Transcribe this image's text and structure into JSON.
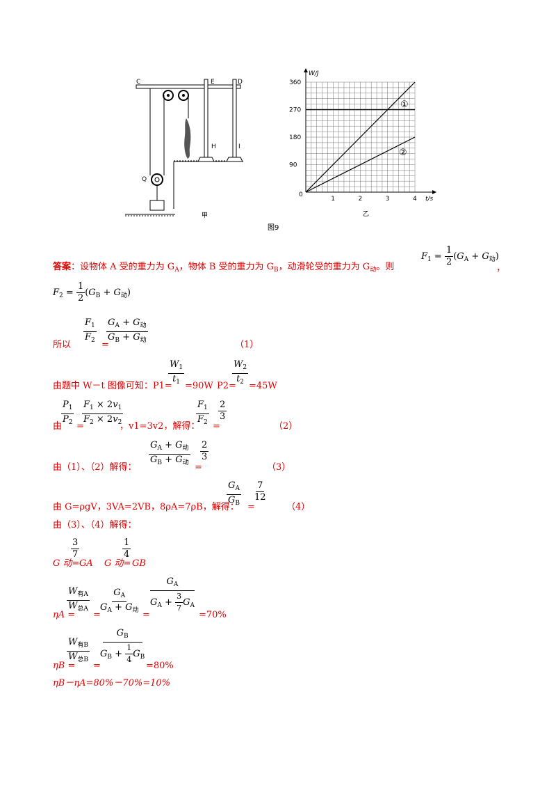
{
  "figure": {
    "left_labels": {
      "C": "C",
      "E": "E",
      "D": "D",
      "H": "H",
      "I": "I",
      "Q": "Q",
      "caption": "甲"
    },
    "graph": {
      "y_label": "W/J",
      "x_label": "t/s",
      "y_ticks": [
        "90",
        "180",
        "270",
        "360"
      ],
      "x_ticks": [
        "1",
        "2",
        "3",
        "4"
      ],
      "origin": "0",
      "line1_label": "①",
      "line2_label": "②",
      "caption": "乙"
    },
    "figure_caption": "图9"
  },
  "chart_data": {
    "type": "line",
    "x": [
      0,
      4
    ],
    "series": [
      {
        "name": "①",
        "values": [
          0,
          360
        ]
      },
      {
        "name": "②",
        "values": [
          0,
          180
        ]
      }
    ],
    "xlabel": "t/s",
    "ylabel": "W/J",
    "xlim": [
      0,
      4
    ],
    "ylim": [
      0,
      360
    ],
    "grid": true
  },
  "answer": {
    "heading": "答案",
    "intro": "：设物体 A 受的重力为 G",
    "intro_subA": "A",
    "intro_mid": "，物体 B 受的重力为 G",
    "intro_subB": "B",
    "intro_end": "，动滑轮受的重力为 G",
    "intro_sub_dong": "动",
    "intro_then": "。则",
    "comma": "，",
    "so": "所以",
    "eq1_tag": "（1）",
    "graph_line": "由题中 W－t 图像可知：",
    "p1": "P1=",
    "p1_val": "=90W",
    "p2": "P2=",
    "p2_val": "=45W",
    "from": "由",
    "v_rel": "，v1=3v2，解得：",
    "eq2_tag": "（2）",
    "from12": "由（1）、（2）解得：",
    "eq3_tag": "（3）",
    "density_line": "由 G=ρgV，3VA=2VB，8ρA=7ρB，解得：",
    "eq4_tag": "（4）",
    "from34": "由（3）、（4）解得：",
    "g_dong1": "G 动=",
    "g_dong1_end": " GA",
    "g_dong2": "G 动=",
    "g_dong2_end": " GB",
    "etaA": "ηA =",
    "etaA_eq": "=",
    "etaA_eq2": "=",
    "etaA_val": "=70%",
    "etaB": "ηB =",
    "etaB_eq": "=",
    "etaB_val": "=80%",
    "final": "ηB－ηA=80%－70%=10%"
  }
}
